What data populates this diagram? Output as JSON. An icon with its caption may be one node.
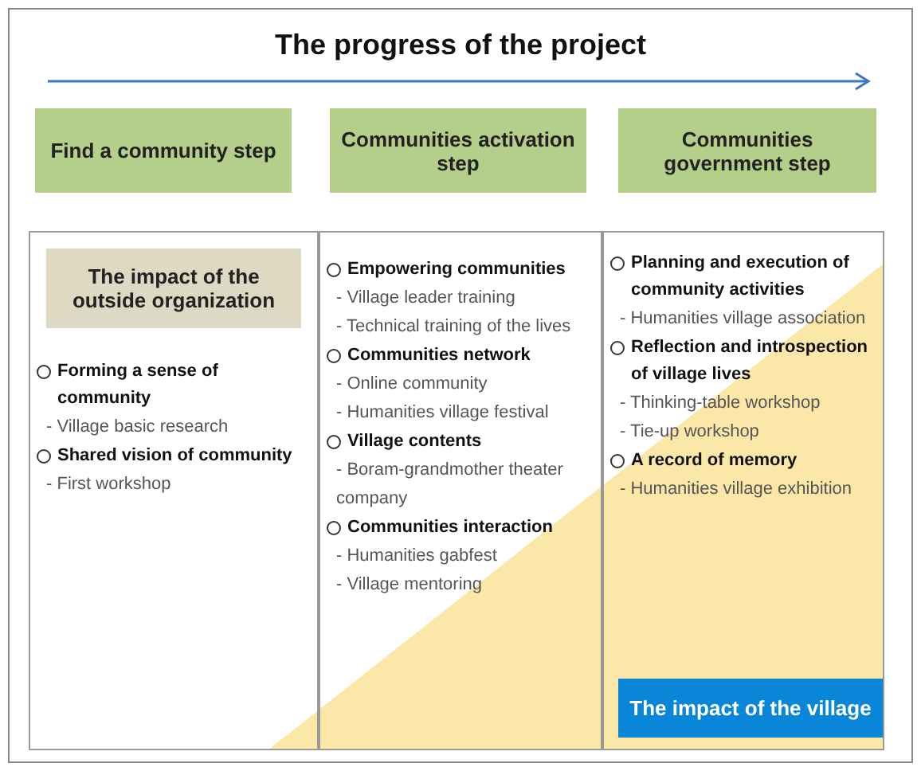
{
  "diagram": {
    "title": "The progress of the project",
    "nodes": [
      {
        "text": [
          "Find a community step"
        ]
      },
      {
        "text": [
          "Communities activation step"
        ]
      },
      {
        "text": [
          "Communities government step"
        ]
      },
      {
        "text": [
          "Forming a sense of community",
          "- Village basic research",
          "Shared vision of community",
          "- First workshop"
        ]
      },
      {
        "text": [
          "The impact of the outside organization"
        ],
        "in": 3
      },
      {
        "text": [
          "Empowering communities",
          "- Village leader training",
          "- Technical training of the lives",
          "Communities network",
          "- Online community",
          "- Humanities village festival",
          "Village contents",
          "- Boram-grandmother theater company",
          "Communities interaction",
          "- Humanities gabfest",
          "- Village mentoring"
        ]
      },
      {
        "text": [
          "Planning and execution of community activities",
          "- Humanities village association",
          "Reflection and introspection of village lives",
          "- Thinking-table workshop",
          "- Tie-up workshop",
          "A record of memory",
          "- Humanities village exhibition"
        ]
      },
      {
        "text": [
          "The impact of the village"
        ],
        "in": 6
      }
    ]
  }
}
